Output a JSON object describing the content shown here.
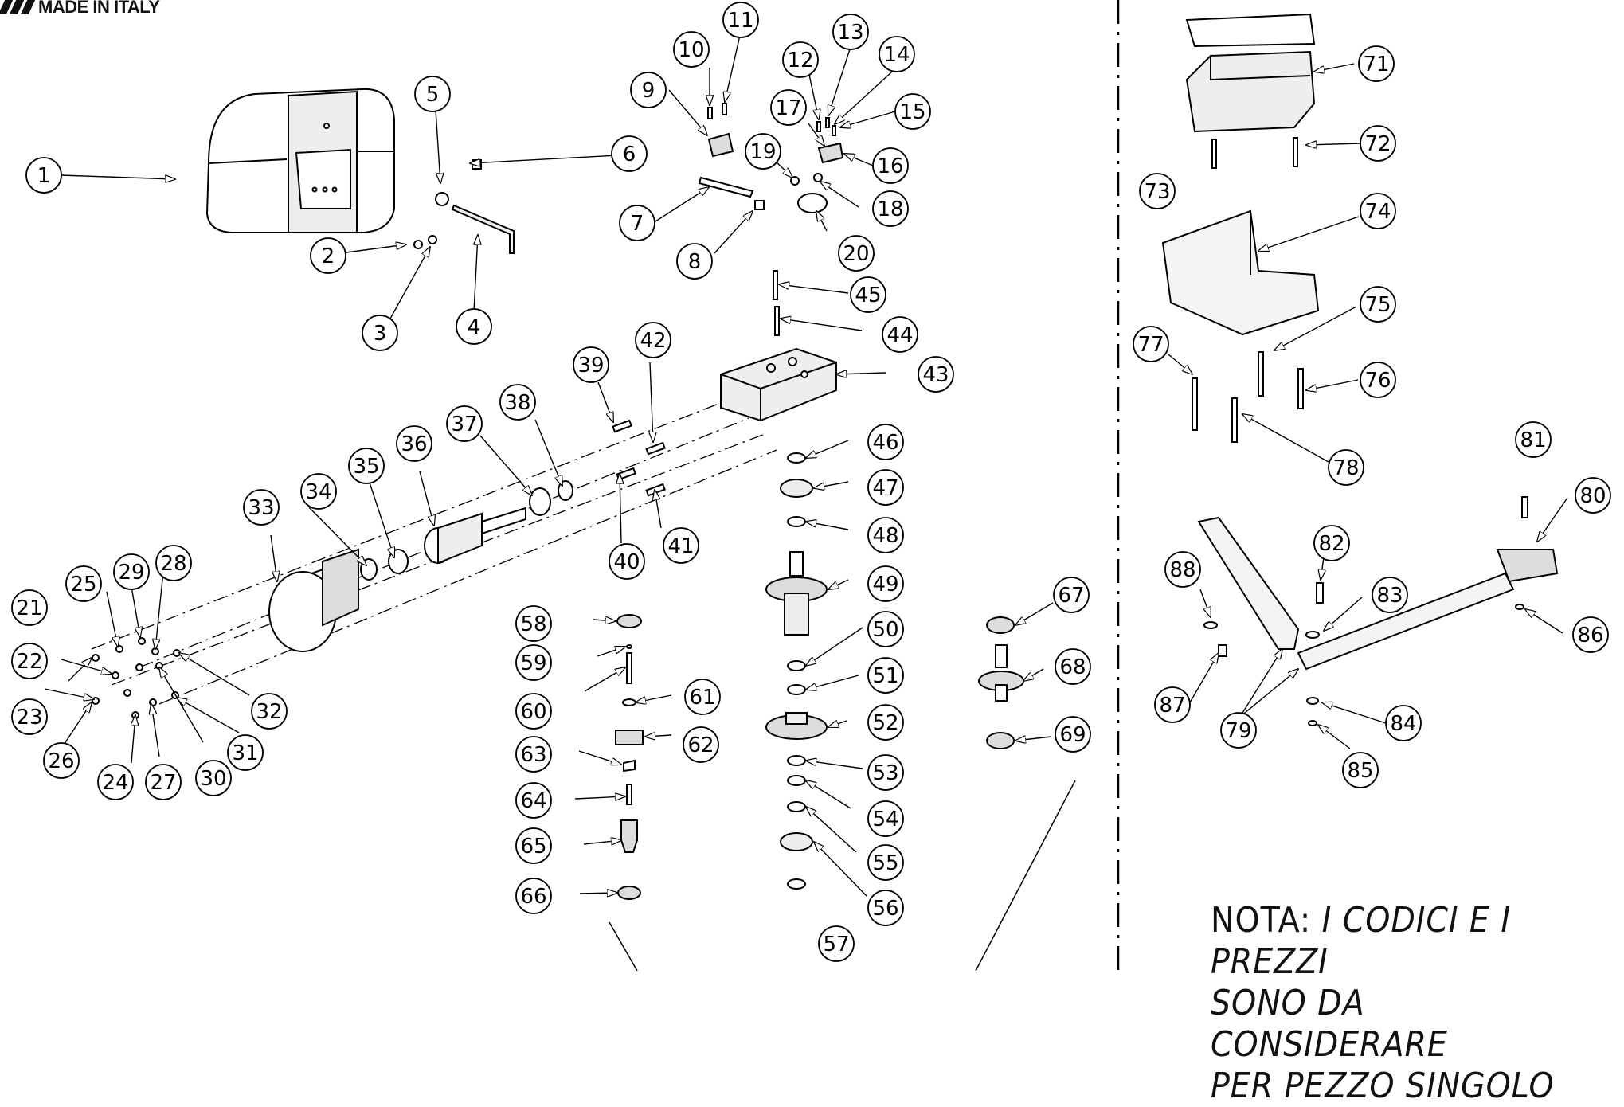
{
  "brand": {
    "tagline": "MADE IN ITALY"
  },
  "note": {
    "label": "NOTA:",
    "lines": [
      "I CODICI E I PREZZI",
      "SONO DA CONSIDERARE",
      "PER PEZZO SINGOLO"
    ]
  },
  "callouts": [
    "1",
    "2",
    "3",
    "4",
    "5",
    "6",
    "7",
    "8",
    "9",
    "10",
    "11",
    "12",
    "13",
    "14",
    "15",
    "16",
    "17",
    "18",
    "19",
    "20",
    "21",
    "22",
    "23",
    "24",
    "25",
    "26",
    "27",
    "28",
    "29",
    "30",
    "31",
    "32",
    "33",
    "34",
    "35",
    "36",
    "37",
    "38",
    "39",
    "40",
    "41",
    "42",
    "43",
    "44",
    "45",
    "46",
    "47",
    "48",
    "49",
    "50",
    "51",
    "52",
    "53",
    "54",
    "55",
    "56",
    "57",
    "58",
    "59",
    "60",
    "61",
    "62",
    "63",
    "64",
    "65",
    "66",
    "67",
    "68",
    "69",
    "71",
    "72",
    "73",
    "74",
    "75",
    "76",
    "77",
    "78",
    "79",
    "80",
    "81",
    "82",
    "83",
    "84",
    "85",
    "86",
    "87",
    "88"
  ]
}
